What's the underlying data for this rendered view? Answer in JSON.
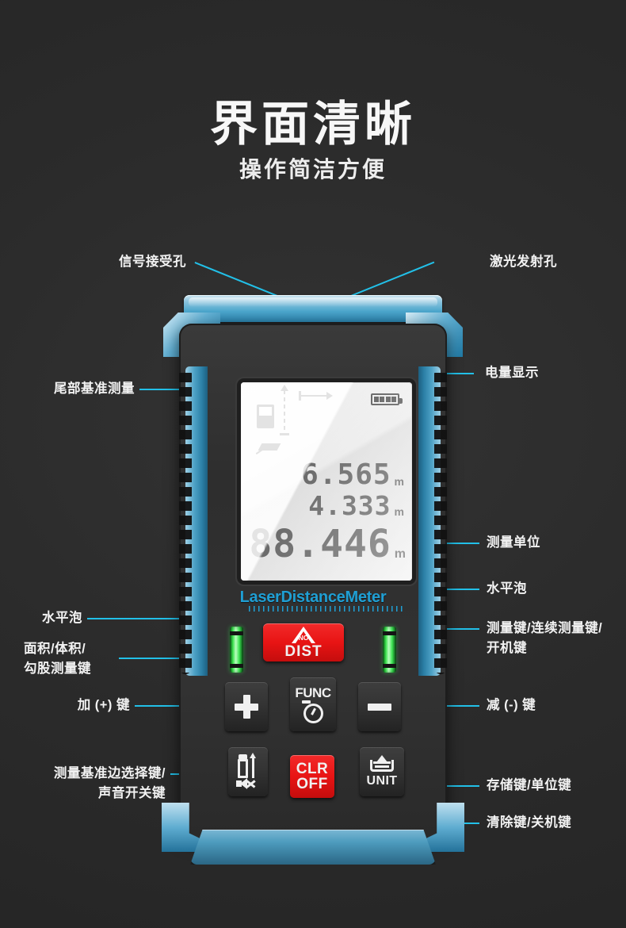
{
  "header": {
    "title": "界面清晰",
    "subtitle": "操作简洁方便"
  },
  "colors": {
    "background": "#2b2b2b",
    "accent_line": "#22c0e8",
    "brand_blue": "#1f9fd4",
    "key_red": "#e81414",
    "bubble_green": "#3ce352",
    "label_text": "#f2f2f2"
  },
  "callouts": {
    "left": [
      {
        "name": "signal-receiving-hole",
        "text": "信号接受孔"
      },
      {
        "name": "tail-reference-measurement",
        "text": "尾部基准测量"
      },
      {
        "name": "level-bubble-left",
        "text": "水平泡"
      },
      {
        "name": "area-volume-pythagoras-key-line1",
        "text": "面积/体积/"
      },
      {
        "name": "area-volume-pythagoras-key-line2",
        "text": "勾股测量键"
      },
      {
        "name": "plus-key",
        "text": "加 (+) 键"
      },
      {
        "name": "reference-edge-select-key-line1",
        "text": "测量基准边选择键/"
      },
      {
        "name": "reference-edge-select-key-line2",
        "text": "声音开关键"
      }
    ],
    "right": [
      {
        "name": "laser-emission-hole",
        "text": "激光发射孔"
      },
      {
        "name": "battery-display",
        "text": "电量显示"
      },
      {
        "name": "measurement-unit",
        "text": "测量单位"
      },
      {
        "name": "level-bubble-right",
        "text": "水平泡"
      },
      {
        "name": "measure-key-line1",
        "text": "测量键/连续测量键/"
      },
      {
        "name": "measure-key-line2",
        "text": "开机键"
      },
      {
        "name": "minus-key",
        "text": "减 (-) 键"
      },
      {
        "name": "memory-unit-key",
        "text": "存储键/单位键"
      },
      {
        "name": "clear-power-off-key",
        "text": "清除键/关机键"
      }
    ]
  },
  "device": {
    "brand": "LaserDistanceMeter",
    "lcd": {
      "battery_bars": 4,
      "readings": [
        {
          "value": "6.565",
          "unit": "m"
        },
        {
          "value": "4.333",
          "unit": "m"
        },
        {
          "value": "88.446",
          "unit": "m"
        }
      ],
      "icons": {
        "reference_front": "reference-point-icon",
        "distance_arrow": "distance-arrow-icon",
        "vertical_arrow": "vertical-arrow-icon",
        "area": "area-mode-icon",
        "battery": "battery-icon"
      }
    },
    "keys": {
      "dist": {
        "warning": "NO",
        "label": "DIST"
      },
      "plus": "+",
      "minus": "−",
      "func": "FUNC",
      "clear": {
        "line1": "CLR",
        "line2": "OFF"
      },
      "unit": "UNIT",
      "reference_sound": "reference-sound-icon"
    },
    "bubbles": {
      "left": "level-vial-left",
      "right": "level-vial-right"
    }
  }
}
